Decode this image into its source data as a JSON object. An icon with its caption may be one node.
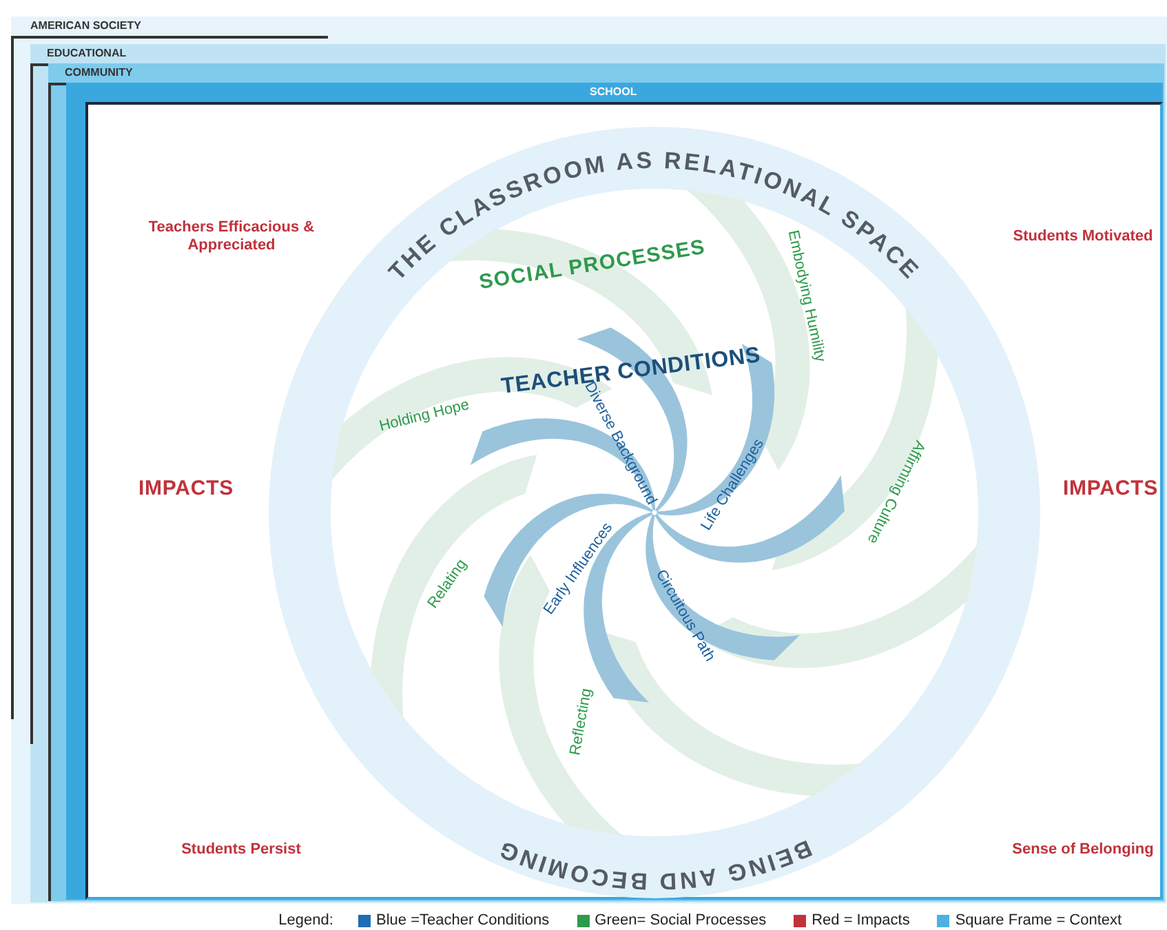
{
  "diagram": {
    "nodes": [
      {
        "text": [
          "AMERICAN SOCIETY"
        ]
      },
      {
        "text": [
          "EDUCATIONAL"
        ],
        "in": 0
      },
      {
        "text": [
          "COMMUNITY"
        ],
        "in": 1
      },
      {
        "text": [
          "SCHOOL"
        ],
        "in": 2
      },
      {
        "text": [
          "THE CLASSROOM AS RELATIONAL SPACE",
          "BEING AND BECOMING"
        ],
        "in": 3
      }
    ],
    "labels": [
      "Teachers Efficacious & Appreciated",
      "Students Motivated",
      "SOCIAL PROCESSES",
      "Embodying Humility",
      "TEACHER CONDITIONS",
      "Holding Hope",
      "Diverse Background",
      "Life Challenges",
      "IMPACTS",
      "IMPACTS",
      "Affirming Culture",
      "Early Influences",
      "Relating",
      "Circuitous Path",
      "Reflecting",
      "Students Persist",
      "Sense of Belonging",
      "Legend:"
    ],
    "legend": [
      {
        "text": "Blue =Teacher Conditions",
        "color": "#1f6db5"
      },
      {
        "text": "Green= Social Processes",
        "color": "#2e9a4c"
      },
      {
        "text": "Red = Impacts",
        "color": "#c1323b"
      },
      {
        "text": "Square Frame = Context",
        "color": "#4cb2e2"
      }
    ]
  }
}
